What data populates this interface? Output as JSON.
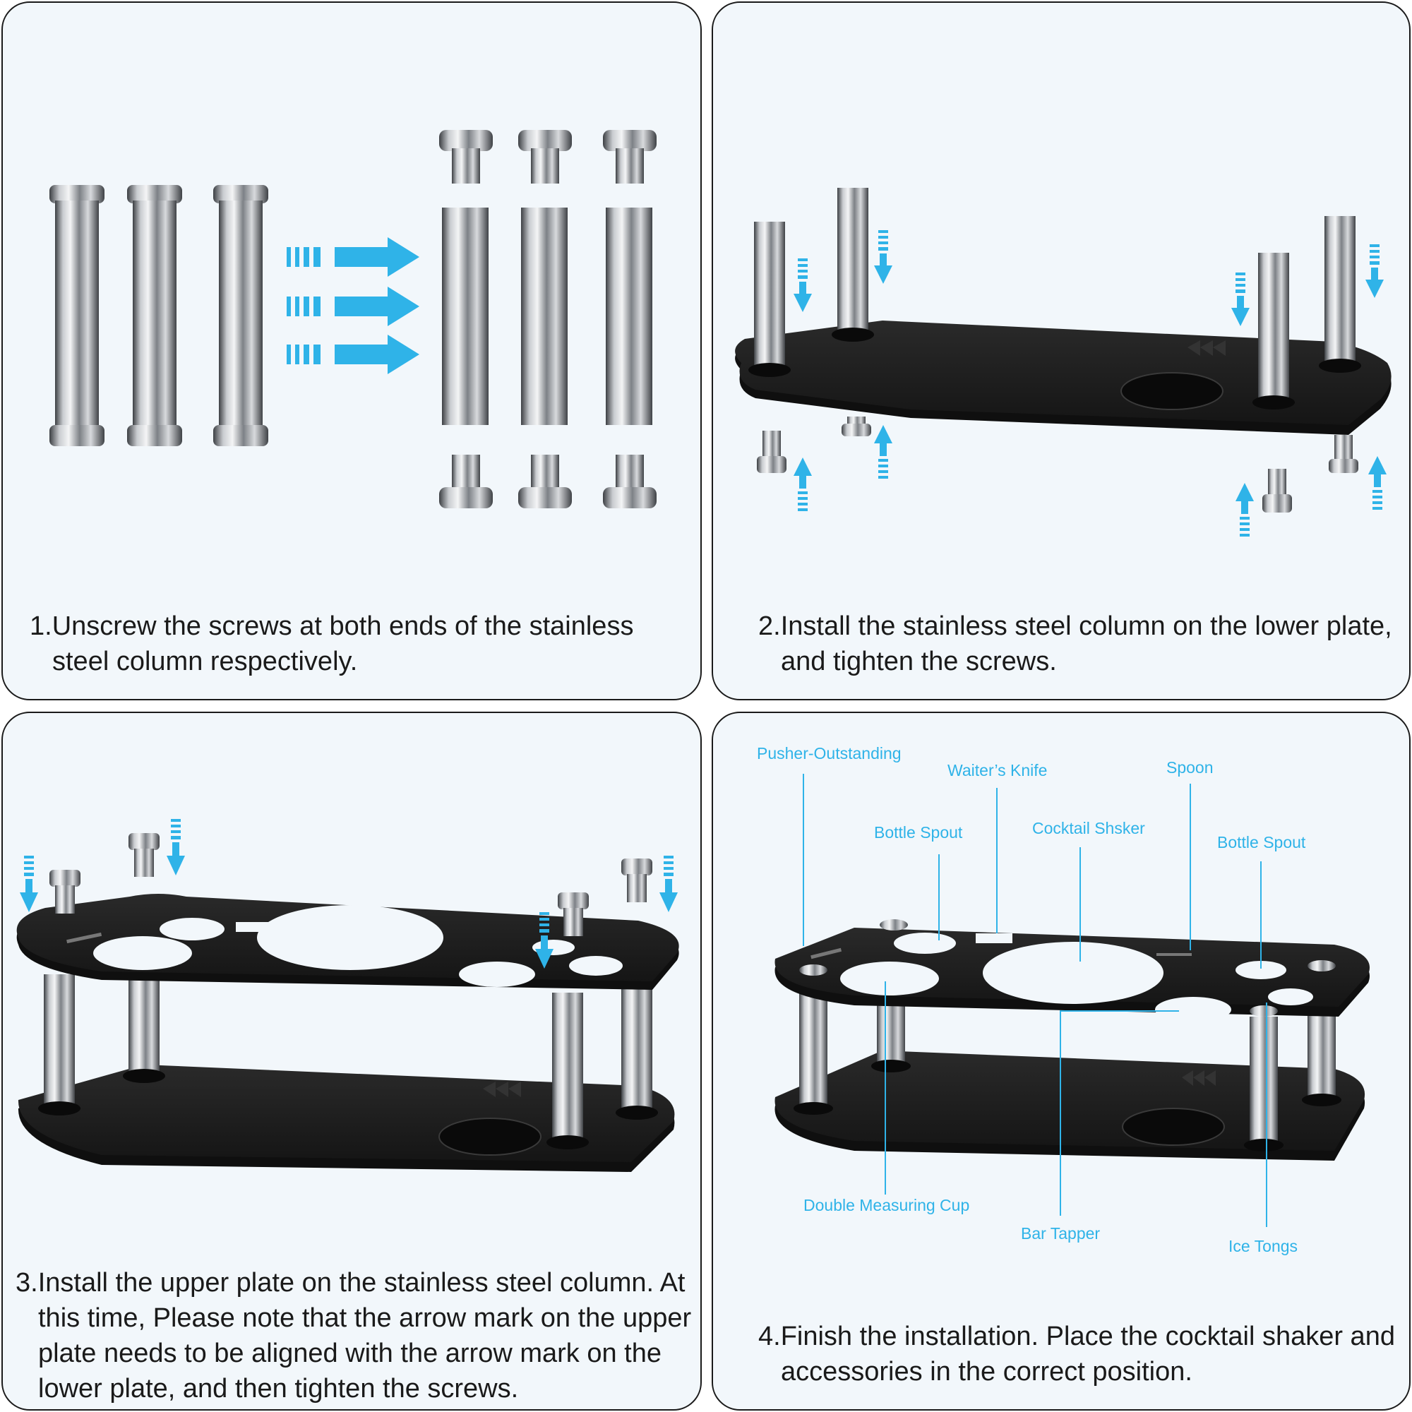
{
  "steps": [
    {
      "number": "1.",
      "text": "Unscrew the screws at both ends of the stainless steel column respectively."
    },
    {
      "number": "2.",
      "text": "Install the stainless steel column on the lower plate, and tighten the screws."
    },
    {
      "number": "3.",
      "text": "Install the upper plate on the stainless steel column. At this time, Please note that the arrow mark on the upper plate needs to be aligned with the arrow mark on the lower plate, and then tighten the screws."
    },
    {
      "number": "4.",
      "text": "Finish the installation. Place the cocktail shaker and accessories in the correct position."
    }
  ],
  "labels": {
    "pusher": "Pusher-Outstanding",
    "waiters_knife": "Waiter’s Knife",
    "spoon": "Spoon",
    "bottle_spout_left": "Bottle Spout",
    "cocktail_shaker": "Cocktail Shsker",
    "bottle_spout_right": "Bottle Spout",
    "double_measuring_cup": "Double Measuring Cup",
    "bar_tapper": "Bar Tapper",
    "ice_tongs": "Ice Tongs"
  },
  "colors": {
    "accent": "#2fb3e8",
    "plate": "#1b1b1b",
    "panel_bg": "#f2f7fb",
    "steel": "#9a9ea3"
  },
  "icons": [
    "stainless-steel-column",
    "cap-screw",
    "blue-arrow",
    "lower-plate",
    "upper-plate"
  ]
}
